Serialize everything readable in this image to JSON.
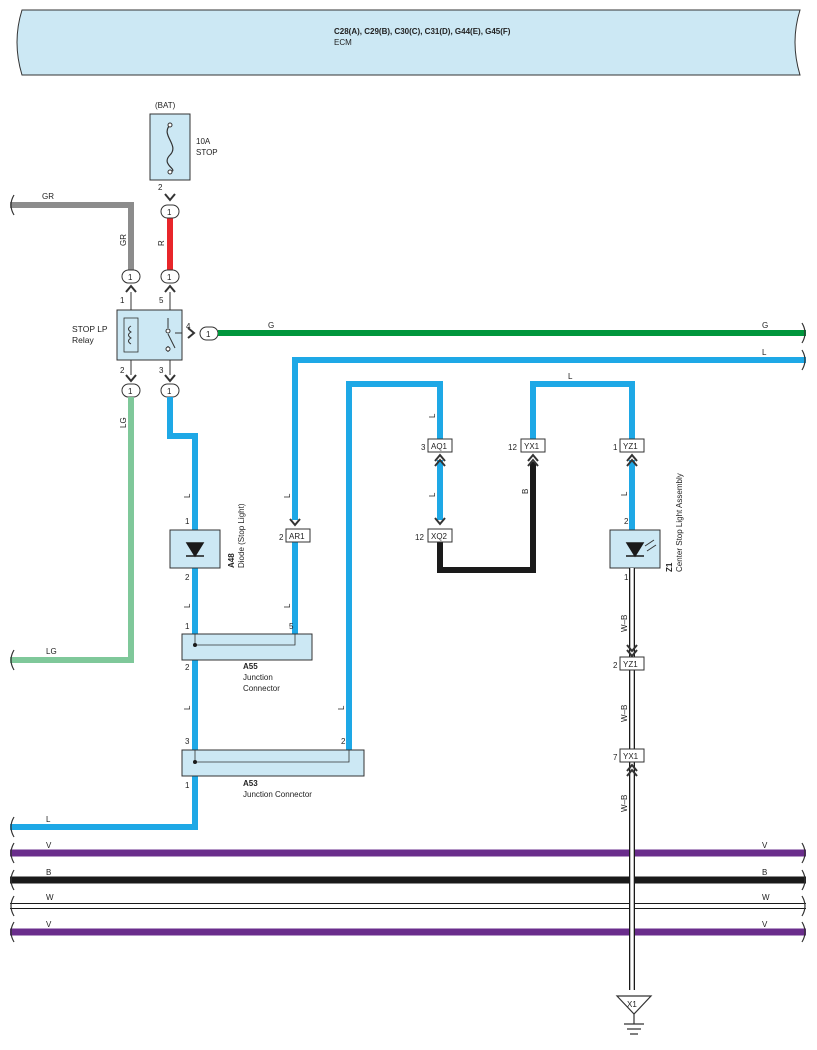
{
  "ecm": {
    "connectors": "C28(A), C29(B), C30(C), C31(D), G44(E), G45(F)",
    "name": "ECM"
  },
  "fuse": {
    "source": "(BAT)",
    "rating": "10A",
    "name": "STOP",
    "pin": "2"
  },
  "relay": {
    "name_line1": "STOP LP",
    "name_line2": "Relay",
    "pin1": "1",
    "pin2": "2",
    "pin3": "3",
    "pin4": "4",
    "pin5": "5"
  },
  "connector_pin": "1",
  "wires": {
    "gr": "GR",
    "r": "R",
    "g": "G",
    "l": "L",
    "lg": "LG",
    "b": "B",
    "wb": "W–B",
    "v": "V",
    "w": "W"
  },
  "diode": {
    "id": "A48",
    "name": "Diode (Stop Light)",
    "pin1": "1",
    "pin2": "2"
  },
  "a55": {
    "id": "A55",
    "name_line1": "Junction",
    "name_line2": "Connector",
    "pin1": "1",
    "pin2": "2",
    "pin5": "5"
  },
  "a53": {
    "id": "A53",
    "name": "Junction Connector",
    "pin1": "1",
    "pin2": "2",
    "pin3": "3"
  },
  "inline": {
    "ar1": {
      "label": "AR1",
      "pin": "2"
    },
    "aq1": {
      "label": "AQ1",
      "pin": "3"
    },
    "xq2": {
      "label": "XQ2",
      "pin": "12"
    },
    "yx1a": {
      "label": "YX1",
      "pin": "12"
    },
    "yz1a": {
      "label": "YZ1",
      "pin": "1"
    },
    "yz1b": {
      "label": "YZ1",
      "pin": "2"
    },
    "yx1b": {
      "label": "YX1",
      "pin": "7"
    }
  },
  "lamp": {
    "id": "Z1",
    "name": "Center Stop Light Assembly",
    "pin1": "1",
    "pin2": "2"
  },
  "ground": {
    "label": "X1"
  },
  "colors": {
    "ecm_fill": "#cce8f4",
    "gray": "#8c8c8c",
    "red": "#e8262a",
    "green": "#00963c",
    "blue": "#1ea8e6",
    "lightgreen": "#7fc89a",
    "black": "#1a1a1a",
    "purple": "#6a2d8c"
  }
}
